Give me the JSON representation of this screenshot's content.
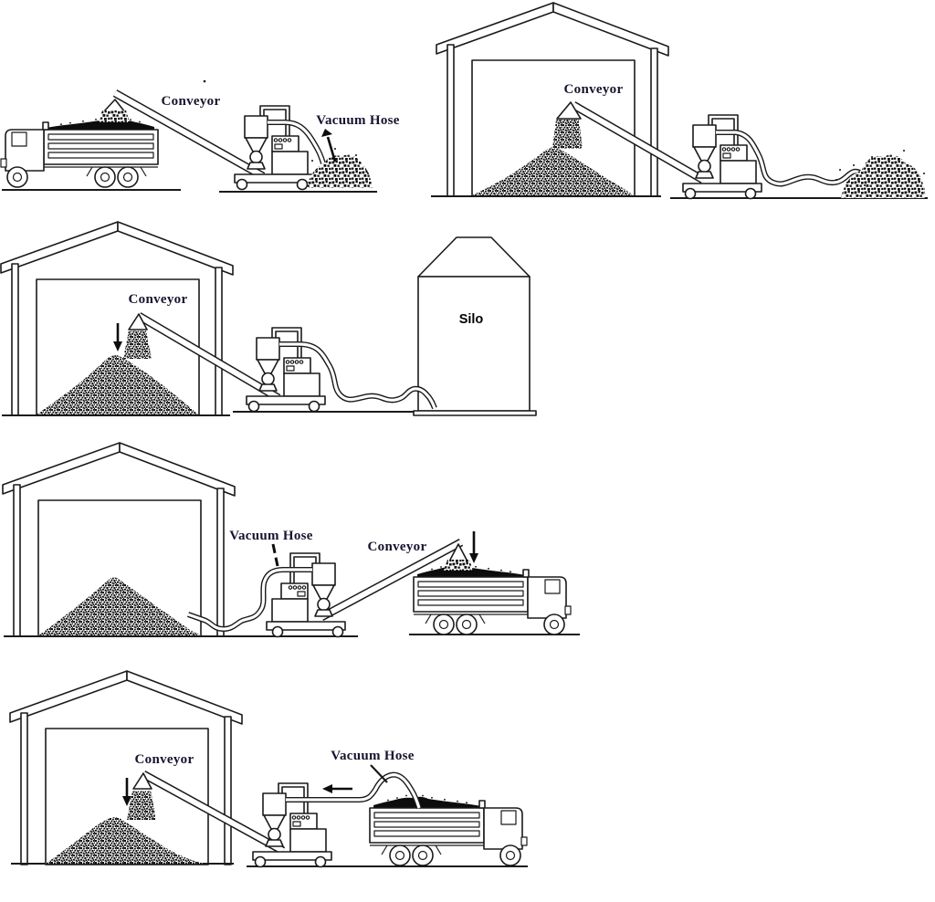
{
  "diagram": {
    "title": "Mobile vacuum conveyor material handling configurations",
    "background_color": "#ffffff",
    "line_color": "#1a1a1a",
    "label_color": "#15152e",
    "material_color": "#0d0d0d",
    "scenes": [
      {
        "name": "truck-to-outdoor-pile",
        "labels": {
          "conveyor": "Conveyor",
          "vacuum_hose": "Vacuum Hose"
        }
      },
      {
        "name": "barn-pile-from-outdoor-pile",
        "labels": {
          "conveyor": "Conveyor"
        }
      },
      {
        "name": "barn-pile-to-silo",
        "labels": {
          "conveyor": "Conveyor",
          "silo": "Silo"
        }
      },
      {
        "name": "barn-pile-to-truck",
        "labels": {
          "vacuum_hose": "Vacuum Hose",
          "conveyor": "Conveyor"
        }
      },
      {
        "name": "truck-to-barn-pile",
        "labels": {
          "conveyor": "Conveyor",
          "vacuum_hose": "Vacuum Hose"
        }
      }
    ]
  }
}
